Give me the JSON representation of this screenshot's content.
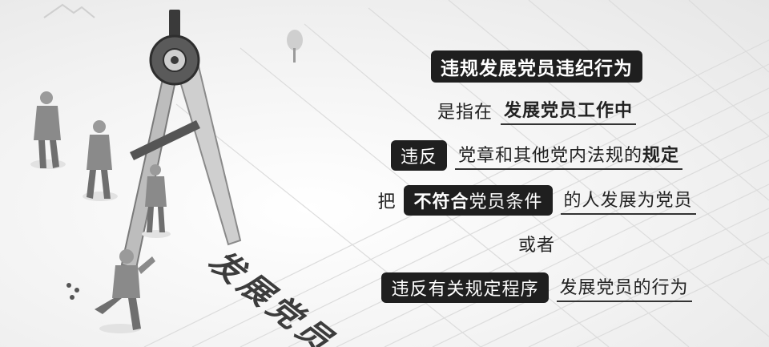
{
  "title": "违规发展党员违纪行为",
  "line1": {
    "prefix": "是指在",
    "highlight": "发展党员工作中"
  },
  "line2": {
    "pill": "违反",
    "text_a": "党章和其他党内法规的",
    "text_b": "规定"
  },
  "line3": {
    "prefix": "把",
    "pill_bold": "不符合",
    "pill_rest": "党员条件",
    "text_a": "的人",
    "text_b": "发展为党员"
  },
  "line4": {
    "text": "或者"
  },
  "line5": {
    "pill": "违反有关规定程序",
    "text": "发展党员的行为"
  },
  "illustration": {
    "ground_label": "发展党员"
  },
  "colors": {
    "pill_bg": "#1f1f1f",
    "pill_text": "#ffffff",
    "text": "#222222"
  }
}
